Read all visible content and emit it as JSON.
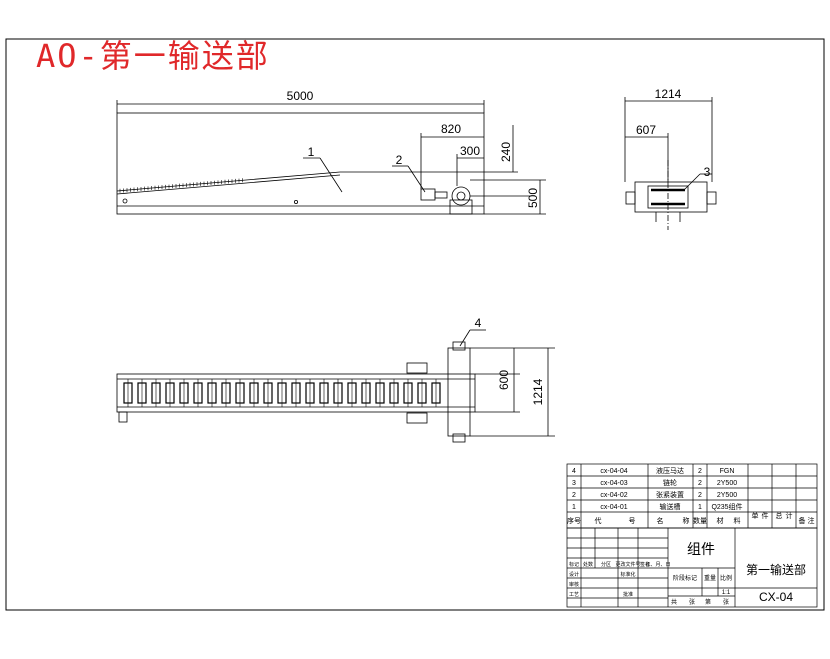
{
  "sheet_title": "AO-第一输送部",
  "dimensions": {
    "front_length": "5000",
    "front_820": "820",
    "front_300": "300",
    "front_240": "240",
    "front_500": "500",
    "side_1214": "1214",
    "side_607": "607",
    "plan_600": "600",
    "plan_1214": "1214"
  },
  "balloons": [
    "1",
    "2",
    "3",
    "4"
  ],
  "bom": {
    "rows": [
      {
        "no": "4",
        "code": "cx-04-04",
        "name": "液压马达",
        "qty": "2",
        "material": "FGN"
      },
      {
        "no": "3",
        "code": "cx-04-03",
        "name": "链轮",
        "qty": "2",
        "material": "2Y500"
      },
      {
        "no": "2",
        "code": "cx-04-02",
        "name": "张紧装置",
        "qty": "2",
        "material": "2Y500"
      },
      {
        "no": "1",
        "code": "cx-04-01",
        "name": "输送槽",
        "qty": "1",
        "material": "Q235组件"
      }
    ],
    "headers": [
      "序号",
      "代",
      "号",
      "名",
      "称",
      "数量",
      "材",
      "料",
      "单",
      "件",
      "总",
      "计",
      "备",
      "注"
    ]
  },
  "title_block": {
    "component": "组件",
    "drawing_name": "第一输送部",
    "drawing_no": "CX-04",
    "scale": "1:1",
    "left_labels": [
      "标记",
      "处数",
      "分区",
      "更改文件号",
      "签名",
      "年、月、日",
      "设计",
      "标准化",
      "审核",
      "工艺",
      "批准"
    ],
    "stage_labels": [
      "阶段标记",
      "重量",
      "比例"
    ],
    "sheet_labels": [
      "共",
      "张",
      "第",
      "张"
    ]
  }
}
